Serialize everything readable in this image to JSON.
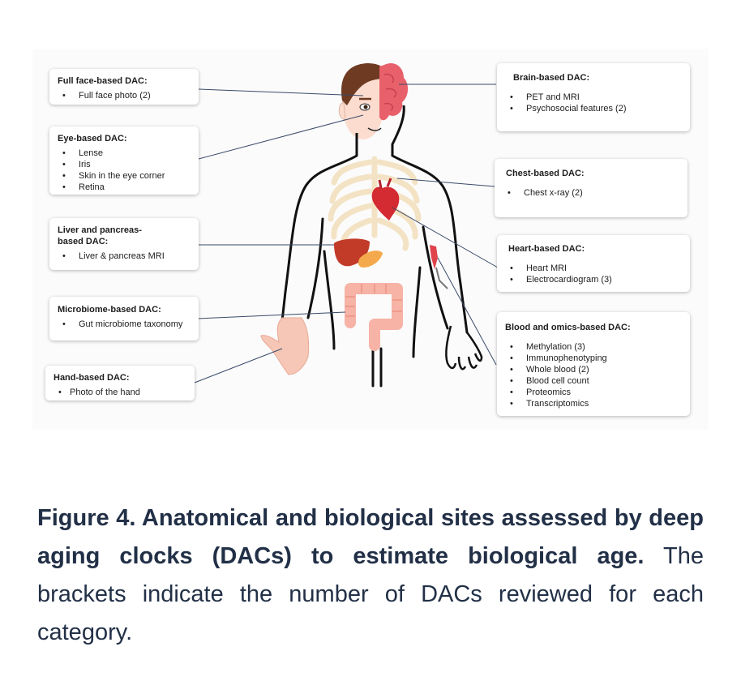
{
  "boxes": {
    "face": {
      "title": "Full face-based DAC:",
      "items": [
        "Full face photo (2)"
      ]
    },
    "eye": {
      "title": "Eye-based DAC:",
      "items": [
        "Lense",
        "Iris",
        "Skin in the eye corner",
        "Retina"
      ]
    },
    "liver": {
      "title": "Liver and pancreas-\nbased DAC:",
      "items": [
        "Liver & pancreas MRI"
      ]
    },
    "micro": {
      "title": "Microbiome-based DAC:",
      "items": [
        "Gut microbiome taxonomy"
      ]
    },
    "hand": {
      "title": "Hand-based DAC:",
      "items": [
        "Photo of the hand"
      ]
    },
    "brain": {
      "title": "Brain-based DAC:",
      "items": [
        "PET and MRI",
        "Psychosocial features (2)"
      ]
    },
    "chest": {
      "title": "Chest-based DAC:",
      "items": [
        "Chest x-ray (2)"
      ]
    },
    "heart": {
      "title": "Heart-based DAC:",
      "items": [
        "Heart MRI",
        "Electrocardiogram (3)"
      ]
    },
    "blood": {
      "title": "Blood and omics-based DAC:",
      "items": [
        "Methylation (3)",
        "Immunophenotyping",
        "Whole blood (2)",
        "Blood cell count",
        "Proteomics",
        "Transcriptomics"
      ]
    }
  },
  "caption": {
    "bold": "Figure 4. Anatomical and biological sites assessed by deep aging clocks (DACs) to estimate biological age.",
    "rest": " The brackets indicate the number of DACs reviewed for each category."
  },
  "colors": {
    "skin": "#fcdccf",
    "hair": "#6e3b22",
    "brain": "#e8606a",
    "ribs": "#f5e6c8",
    "heart": "#d42a32",
    "liver": "#c23a28",
    "pancreas": "#f4a94c",
    "intestine": "#f6b3a6",
    "outline": "#111111",
    "leader": "#3a4a6a"
  }
}
